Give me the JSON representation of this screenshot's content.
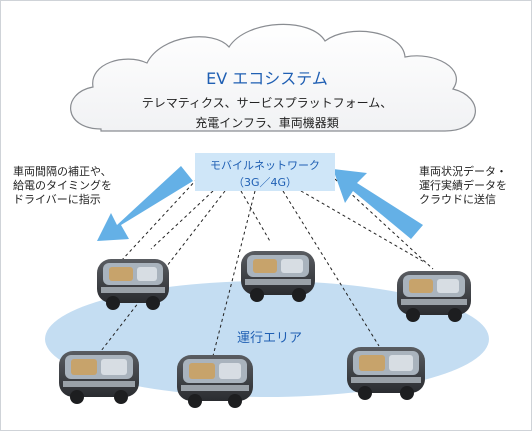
{
  "cloud": {
    "title": "EV エコシステム",
    "line1": "テレマティクス、サービスプラットフォーム、",
    "line2": "充電インフラ、車両機器類"
  },
  "network": {
    "line1": "モバイルネットワーク",
    "line2": "（3G／4G）"
  },
  "left_note": {
    "line1": "車両間隔の補正や、",
    "line2": "給電のタイミングを",
    "line3": "ドライバーに指示"
  },
  "right_note": {
    "line1": "車両状況データ・",
    "line2": "運行実績データを",
    "line3": "クラウドに送信"
  },
  "area": {
    "label": "運行エリア"
  },
  "colors": {
    "accent": "#1f5fb3",
    "arrow": "#64b0e6",
    "ellipse": "#c4ddf2",
    "box": "#cfe6f8"
  }
}
